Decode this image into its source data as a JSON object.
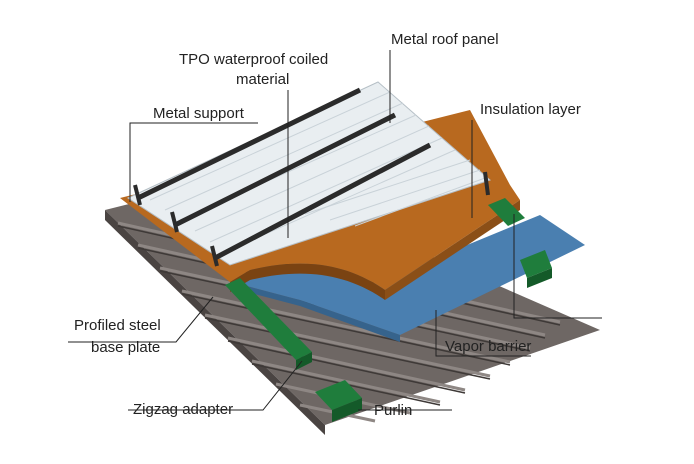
{
  "labels": {
    "tpo_line1": "TPO waterproof coiled",
    "tpo_line2": "material",
    "metal_roof_panel": "Metal roof panel",
    "metal_support": "Metal support",
    "insulation_layer": "Insulation layer",
    "profiled_line1": "Profiled steel",
    "profiled_line2": "base plate",
    "vapor_barrier": "Vapor barrier",
    "zigzag_adapter": "Zigzag adapter",
    "purlin": "Purlin"
  },
  "colors": {
    "steel_deck": "#6e6764",
    "steel_deck_dark": "#4a4442",
    "vapor_barrier": "#4a7fb0",
    "insulation": "#b8691f",
    "insulation_dark": "#7a4312",
    "roof_panel": "#e9eef1",
    "roof_rib": "#c9d2d8",
    "purlin": "#1f7d3c",
    "purlin_dark": "#145a29",
    "support": "#2b2b2b"
  }
}
